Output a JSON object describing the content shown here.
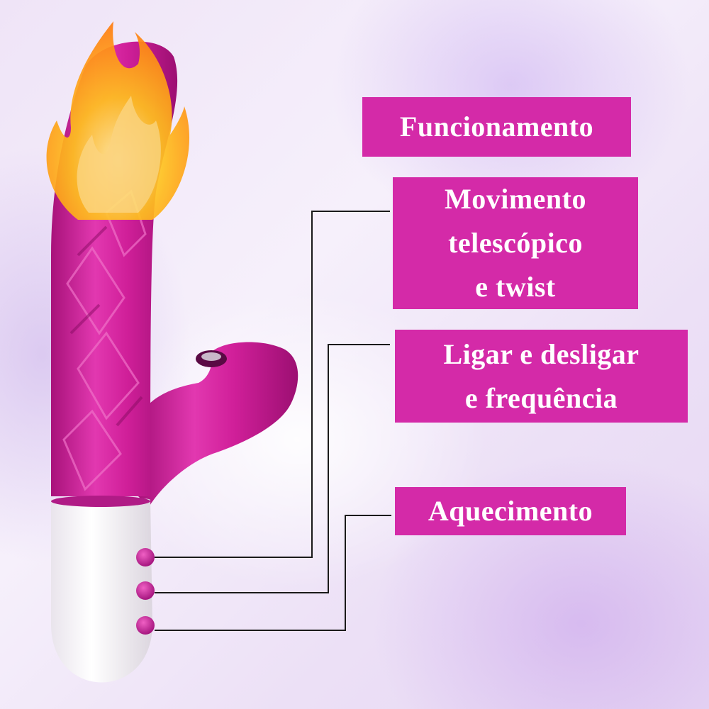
{
  "labels": {
    "functioning": "Funcionamento",
    "movement_line1": "Movimento",
    "movement_line2": "telescópico",
    "movement_line3": "e twist",
    "power_line1": "Ligar e desligar",
    "power_line2": "e frequência",
    "heating": "Aquecimento"
  },
  "colors": {
    "label_bg": "#d42aa8",
    "product_pink": "#d8249e",
    "product_white": "#ffffff",
    "flame": "#ffb21a"
  }
}
